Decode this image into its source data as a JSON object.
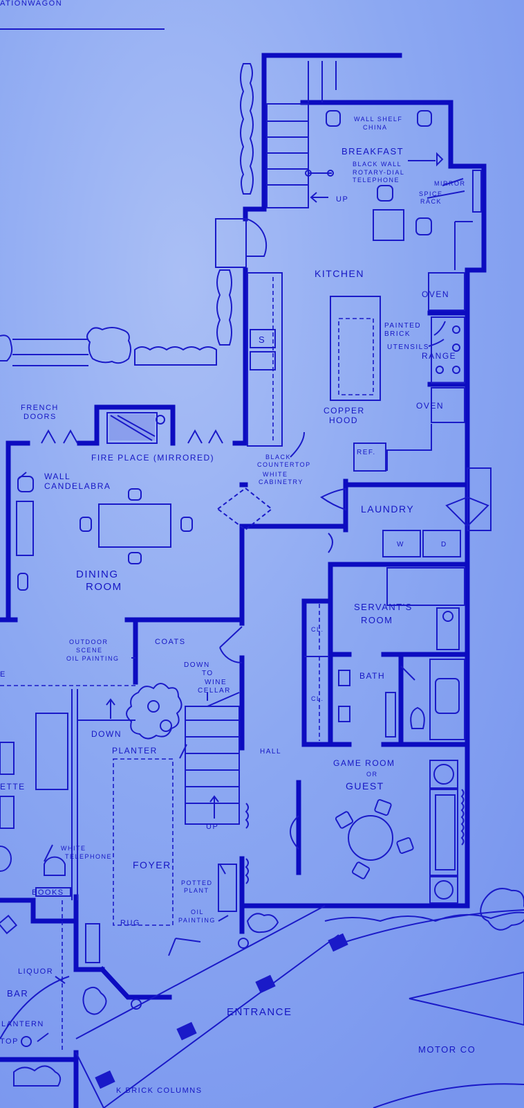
{
  "labels": {
    "stationwagon": "ATIONWAGON",
    "wall_shelf": "WALL SHELF",
    "china": "CHINA",
    "breakfast": "BREAKFAST",
    "black_wall": "BLACK WALL",
    "rotary": "ROTARY-DIAL",
    "telephone": "TELEPHONE",
    "mirror": "MIRROR",
    "spice": "SPICE",
    "rack": "RACK",
    "up_kitchen": "UP",
    "kitchen": "KITCHEN",
    "oven_top": "OVEN",
    "painted": "PAINTED",
    "brick": "BRICK",
    "utensils": "UTENSILS",
    "range": "RANGE",
    "oven_low": "OVEN",
    "copper": "COPPER",
    "hood": "HOOD",
    "s_mark": "S",
    "french": "FRENCH",
    "doors": "DOORS",
    "fireplace": "FIRE PLACE (MIRRORED)",
    "black": "BLACK",
    "countertop": "COUNTERTOP",
    "white": "WHITE",
    "cabinetry": "CABINETRY",
    "ref": "REF.",
    "wall": "WALL",
    "candelabra": "CANDELABRA",
    "laundry": "LAUNDRY",
    "w_mark": "W",
    "d_mark": "D",
    "dining": "DINING",
    "room": "ROOM",
    "servants": "SERVANT'S",
    "servants_room": "ROOM",
    "outdoor": "OUTDOOR",
    "scene": "SCENE",
    "oil_painting_1": "OIL PAINTING",
    "coats": "COATS",
    "cl_1": "CL.",
    "down_to": "DOWN",
    "to": "TO",
    "wine": "WINE",
    "cellar": "CELLAR",
    "bath": "BATH",
    "cl_2": "CL.",
    "e_mark": "E",
    "down": "DOWN",
    "planter": "PLANTER",
    "hall": "HALL",
    "game_room": "GAME ROOM",
    "or": "OR",
    "guest": "GUEST",
    "ette": "ETTE",
    "up_stairs": "UP",
    "white_tel_1": "WHITE",
    "white_tel_2": "TELEPHONE",
    "foyer": "FOYER",
    "books": "BOOKS",
    "potted": "POTTED",
    "plant": "PLANT",
    "oil": "OIL",
    "painting": "PAINTING",
    "rug": "RUG",
    "liquor": "LIQUOR",
    "bar": "BAR",
    "entrance": "ENTRANCE",
    "lantern": "LANTERN",
    "top": "TOP",
    "motor": "MOTOR CO",
    "brick_columns": "K BRICK COLUMNS"
  },
  "colors": {
    "background": "#7f9ff1",
    "ink": "#0c0cc0"
  }
}
